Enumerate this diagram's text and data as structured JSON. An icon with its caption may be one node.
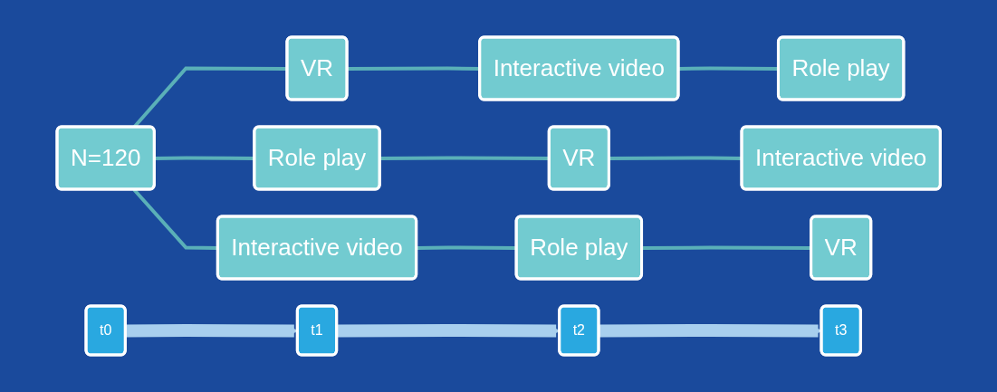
{
  "diagram": {
    "nodes": [
      {
        "text": [
          "N=120"
        ]
      },
      {
        "text": [
          "VR"
        ]
      },
      {
        "text": [
          "Interactive video"
        ]
      },
      {
        "text": [
          "Role play"
        ]
      },
      {
        "text": [
          "Role play"
        ]
      },
      {
        "text": [
          "VR"
        ]
      },
      {
        "text": [
          "Interactive video"
        ]
      },
      {
        "text": [
          "Interactive video"
        ]
      },
      {
        "text": [
          "Role play"
        ]
      },
      {
        "text": [
          "VR"
        ]
      },
      {
        "text": [
          "t0"
        ]
      },
      {
        "text": [
          "t1"
        ]
      },
      {
        "text": [
          "t2"
        ]
      },
      {
        "text": [
          "t3"
        ]
      }
    ],
    "edges": [
      {
        "from": 0,
        "to": 1,
        "arrow": "none"
      },
      {
        "from": 0,
        "to": 4,
        "arrow": "none"
      },
      {
        "from": 0,
        "to": 7,
        "arrow": "none"
      },
      {
        "from": 1,
        "to": 2,
        "arrow": "none"
      },
      {
        "from": 2,
        "to": 3,
        "arrow": "none"
      },
      {
        "from": 4,
        "to": 5,
        "arrow": "none"
      },
      {
        "from": 5,
        "to": 6,
        "arrow": "none"
      },
      {
        "from": 7,
        "to": 8,
        "arrow": "none"
      },
      {
        "from": 8,
        "to": 9,
        "arrow": "none"
      },
      {
        "from": 10,
        "to": 11,
        "arrow": "to",
        "style": "thick",
        "color": "#a8cfee"
      },
      {
        "from": 11,
        "to": 12,
        "arrow": "to",
        "style": "thick",
        "color": "#a8cfee"
      },
      {
        "from": 12,
        "to": 13,
        "arrow": "to",
        "style": "thick",
        "color": "#a8cfee"
      }
    ]
  }
}
